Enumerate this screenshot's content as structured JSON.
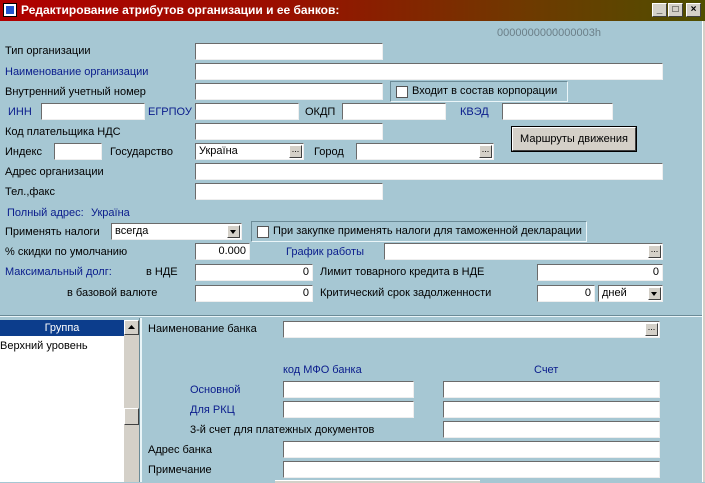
{
  "window": {
    "title": "Редактирование атрибутов организации и ее банков:",
    "minimize": "_",
    "maximize": "□",
    "close": "×"
  },
  "record_id": "0000000000000003h",
  "labels": {
    "org_type": "Тип организации",
    "org_name": "Наименование организации",
    "internal_number": "Внутренний учетный номер",
    "corporation": "Входит в состав корпорации",
    "inn": "ИНН",
    "egrpou": "ЕГРПОУ",
    "okdp": "ОКДП",
    "kved": "КВЭД",
    "vat_payer_code": "Код плательщика НДС",
    "routes_button": "Маршруты движения",
    "index": "Индекс",
    "country": "Государство",
    "city": "Город",
    "address": "Адрес организации",
    "phone_fax": "Тел.,факс",
    "full_address": "Полный адрес:",
    "apply_taxes": "Применять налоги",
    "customs_taxes": "При закупке применять налоги для таможенной декларации",
    "default_discount": "% скидки по умолчанию",
    "work_schedule": "График работы",
    "max_debt": "Максимальный долг:",
    "in_nde": "в НДЕ",
    "credit_limit": "Лимит товарного кредита в НДЕ",
    "in_base_currency": "в базовой валюте",
    "critical_term": "Критический срок задолженности"
  },
  "values": {
    "org_type": "",
    "org_name": "",
    "internal_number": "",
    "inn": "",
    "egrpou": "",
    "okdp": "",
    "kved": "",
    "vat_payer_code": "",
    "index": "",
    "country": "Україна",
    "city": "",
    "address": "",
    "phone_fax": "",
    "full_address": "Україна",
    "apply_taxes": "всегда",
    "default_discount": "0.000",
    "work_schedule": "",
    "max_debt_nde": "0",
    "credit_limit": "0",
    "max_debt_base": "0",
    "critical_term": "0",
    "critical_term_unit": "дней"
  },
  "group_list": {
    "header": "Группа",
    "items": [
      "Верхний уровень"
    ]
  },
  "bank": {
    "name_label": "Наименование банка",
    "mfo_header": "код МФО банка",
    "account_header": "Счет",
    "main": "Основной",
    "rkc": "Для РКЦ",
    "third_account": "3-й счет для платежных документов",
    "address": "Адрес банка",
    "note": "Примечание",
    "name_value": "",
    "main_mfo": "",
    "main_account": "",
    "rkc_mfo": "",
    "rkc_account": "",
    "third_account_value": "",
    "address_value": "",
    "note_value": ""
  },
  "colors": {
    "background": "#a6c7d3",
    "title_start": "#b00000",
    "title_end": "#4f4f00",
    "label_blue": "#0a1c8c",
    "list_header": "#0c3d8c"
  }
}
